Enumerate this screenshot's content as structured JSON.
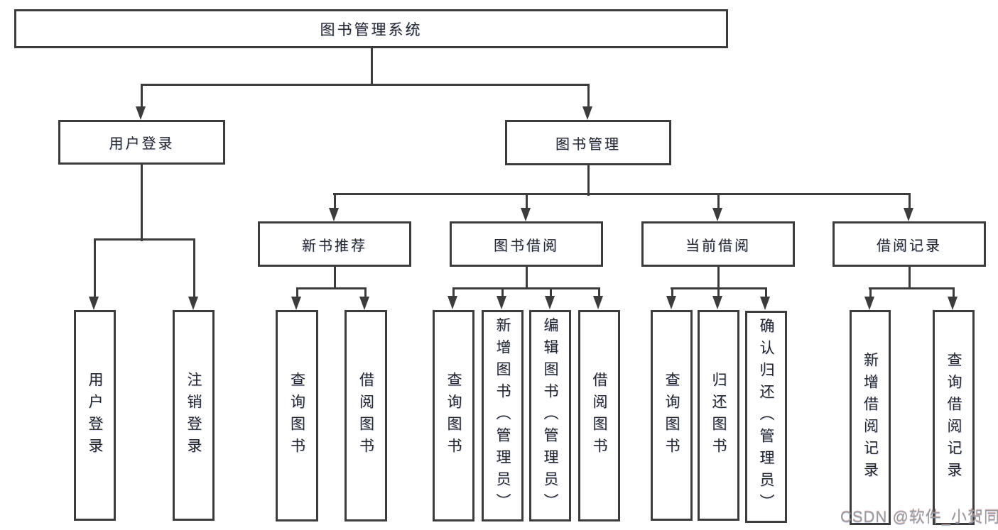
{
  "diagram": {
    "title": "图书管理系统",
    "root": {
      "label": "图书管理系统"
    },
    "branches": [
      {
        "label": "用户登录",
        "children": [
          {
            "label": "用户登录"
          },
          {
            "label": "注销登录"
          }
        ]
      },
      {
        "label": "图书管理",
        "children": [
          {
            "label": "新书推荐",
            "children": [
              {
                "label": "查询图书"
              },
              {
                "label": "借阅图书"
              }
            ]
          },
          {
            "label": "图书借阅",
            "children": [
              {
                "label": "查询图书"
              },
              {
                "label": "新增图书（管理员）"
              },
              {
                "label": "编辑图书（管理员）"
              },
              {
                "label": "借阅图书"
              }
            ]
          },
          {
            "label": "当前借阅",
            "children": [
              {
                "label": "查询图书"
              },
              {
                "label": "归还图书"
              },
              {
                "label": "确认归还（管理员）"
              }
            ]
          },
          {
            "label": "借阅记录",
            "children": [
              {
                "label": "新增借阅记录"
              },
              {
                "label": "查询借阅记录"
              }
            ]
          }
        ]
      }
    ]
  },
  "watermark": "CSDN @软件_小贺同学",
  "colors": {
    "line": "#3c3c3c",
    "text": "#262626",
    "watermark": "#9b9b9d",
    "background": "#ffffff"
  }
}
